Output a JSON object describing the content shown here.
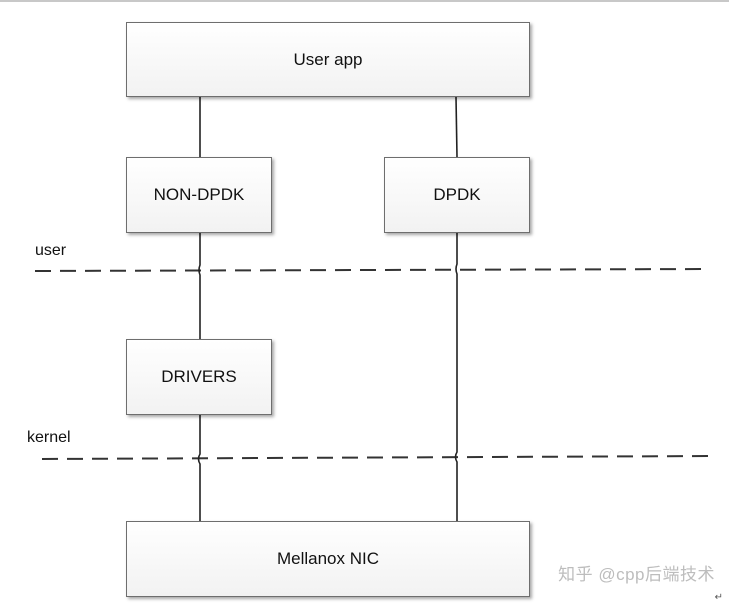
{
  "diagram": {
    "boxes": {
      "user_app": "User app",
      "non_dpdk": "NON-DPDK",
      "dpdk": "DPDK",
      "drivers": "DRIVERS",
      "nic": "Mellanox NIC"
    },
    "layers": {
      "user": "user",
      "kernel": "kernel"
    }
  },
  "watermark": "知乎 @cpp后端技术",
  "paragraph_mark": "↵"
}
